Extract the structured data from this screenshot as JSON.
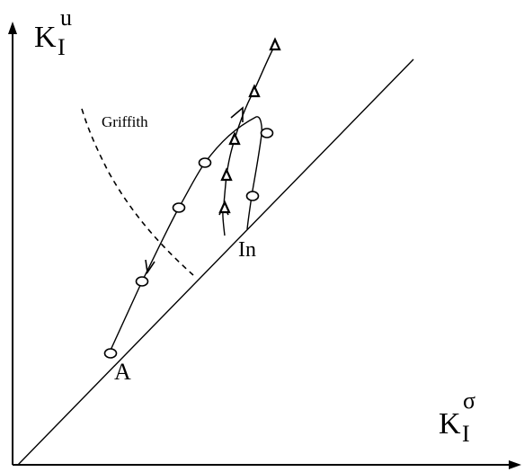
{
  "axes": {
    "y_label": "K",
    "y_subscript": "I",
    "y_superscript": "u",
    "x_label": "K",
    "x_subscript": "I",
    "x_superscript": "σ"
  },
  "labels": {
    "griffith": "Griffith",
    "point_a": "A",
    "point_in": "In"
  }
}
